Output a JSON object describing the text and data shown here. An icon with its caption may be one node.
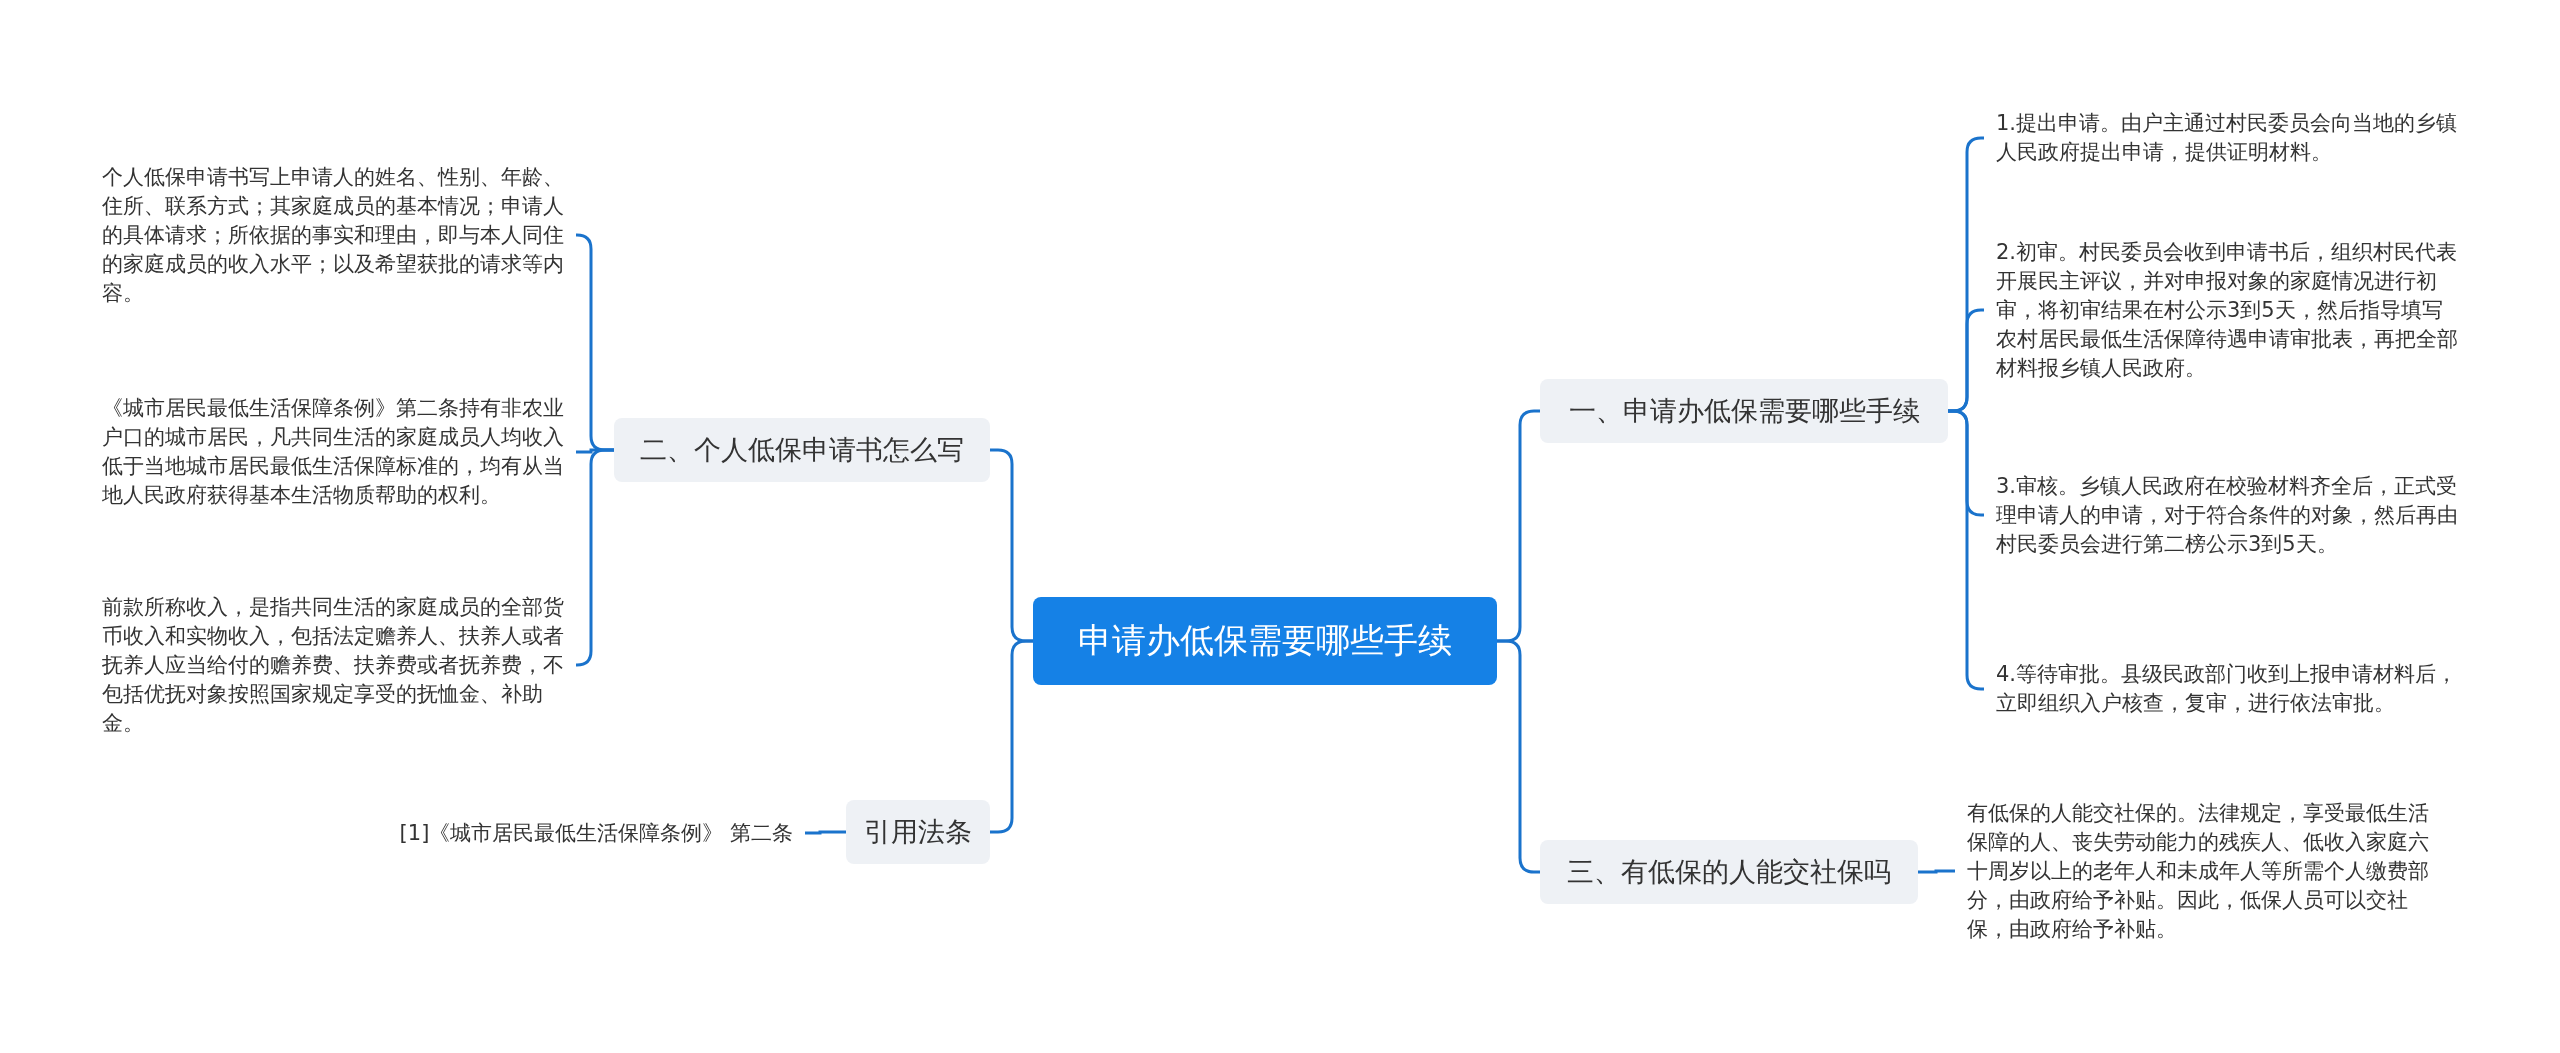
{
  "diagram": {
    "nodes": [
      {
        "text": [
          "申请办低保需要哪些手续"
        ]
      },
      {
        "text": [
          "一、申请办低保需要哪些手续"
        ]
      },
      {
        "text": [
          "1.提出申请。由户主通过村民委员会向当地的乡镇人民政府提出申请，提供证明材料。"
        ]
      },
      {
        "text": [
          "2.初审。村民委员会收到申请书后，组织村民代表开展民主评议，并对申报对象的家庭情况进行初审，将初审结果在村公示3到5天，然后指导填写农村居民最低生活保障待遇申请审批表，再把全部材料报乡镇人民政府。"
        ]
      },
      {
        "text": [
          "3.审核。乡镇人民政府在校验材料齐全后，正式受理申请人的申请，对于符合条件的对象，然后再由村民委员会进行第二榜公示3到5天。"
        ]
      },
      {
        "text": [
          "4.等待审批。县级民政部门收到上报申请材料后，立即组织入户核查，复审，进行依法审批。"
        ]
      },
      {
        "text": [
          "三、有低保的人能交社保吗"
        ]
      },
      {
        "text": [
          "有低保的人能交社保的。法律规定，享受最低生活保障的人、丧失劳动能力的残疾人、低收入家庭六十周岁以上的老年人和未成年人等所需个人缴费部分，由政府给予补贴。因此，低保人员可以交社保，由政府给予补贴。"
        ]
      },
      {
        "text": [
          "二、个人低保申请书怎么写"
        ]
      },
      {
        "text": [
          "个人低保申请书写上申请人的姓名、性别、年龄、住所、联系方式；其家庭成员的基本情况；申请人的具体请求；所依据的事实和理由，即与本人同住的家庭成员的收入水平；以及希望获批的请求等内容。"
        ]
      },
      {
        "text": [
          "《城市居民最低生活保障条例》第二条持有非农业户口的城市居民，凡共同生活的家庭成员人均收入低于当地城市居民最低生活保障标准的，均有从当地人民政府获得基本生活物质帮助的权利。"
        ]
      },
      {
        "text": [
          "前款所称收入，是指共同生活的家庭成员的全部货币收入和实物收入，包括法定赡养人、扶养人或者抚养人应当给付的赡养费、扶养费或者抚养费，不包括优抚对象按照国家规定享受的抚恤金、补助金。"
        ]
      },
      {
        "text": [
          "引用法条"
        ]
      },
      {
        "text": [
          "[1]《城市居民最低生活保障条例》 第二条"
        ]
      }
    ],
    "edges": [
      {
        "from": 0,
        "to": 1,
        "arrow": "none"
      },
      {
        "from": 1,
        "to": 2,
        "arrow": "none"
      },
      {
        "from": 1,
        "to": 3,
        "arrow": "none"
      },
      {
        "from": 1,
        "to": 4,
        "arrow": "none"
      },
      {
        "from": 1,
        "to": 5,
        "arrow": "none"
      },
      {
        "from": 0,
        "to": 6,
        "arrow": "none"
      },
      {
        "from": 6,
        "to": 7,
        "arrow": "none"
      },
      {
        "from": 0,
        "to": 8,
        "arrow": "none"
      },
      {
        "from": 8,
        "to": 9,
        "arrow": "none"
      },
      {
        "from": 8,
        "to": 10,
        "arrow": "none"
      },
      {
        "from": 8,
        "to": 11,
        "arrow": "none"
      },
      {
        "from": 0,
        "to": 12,
        "arrow": "none"
      },
      {
        "from": 12,
        "to": 13,
        "arrow": "none"
      }
    ]
  }
}
